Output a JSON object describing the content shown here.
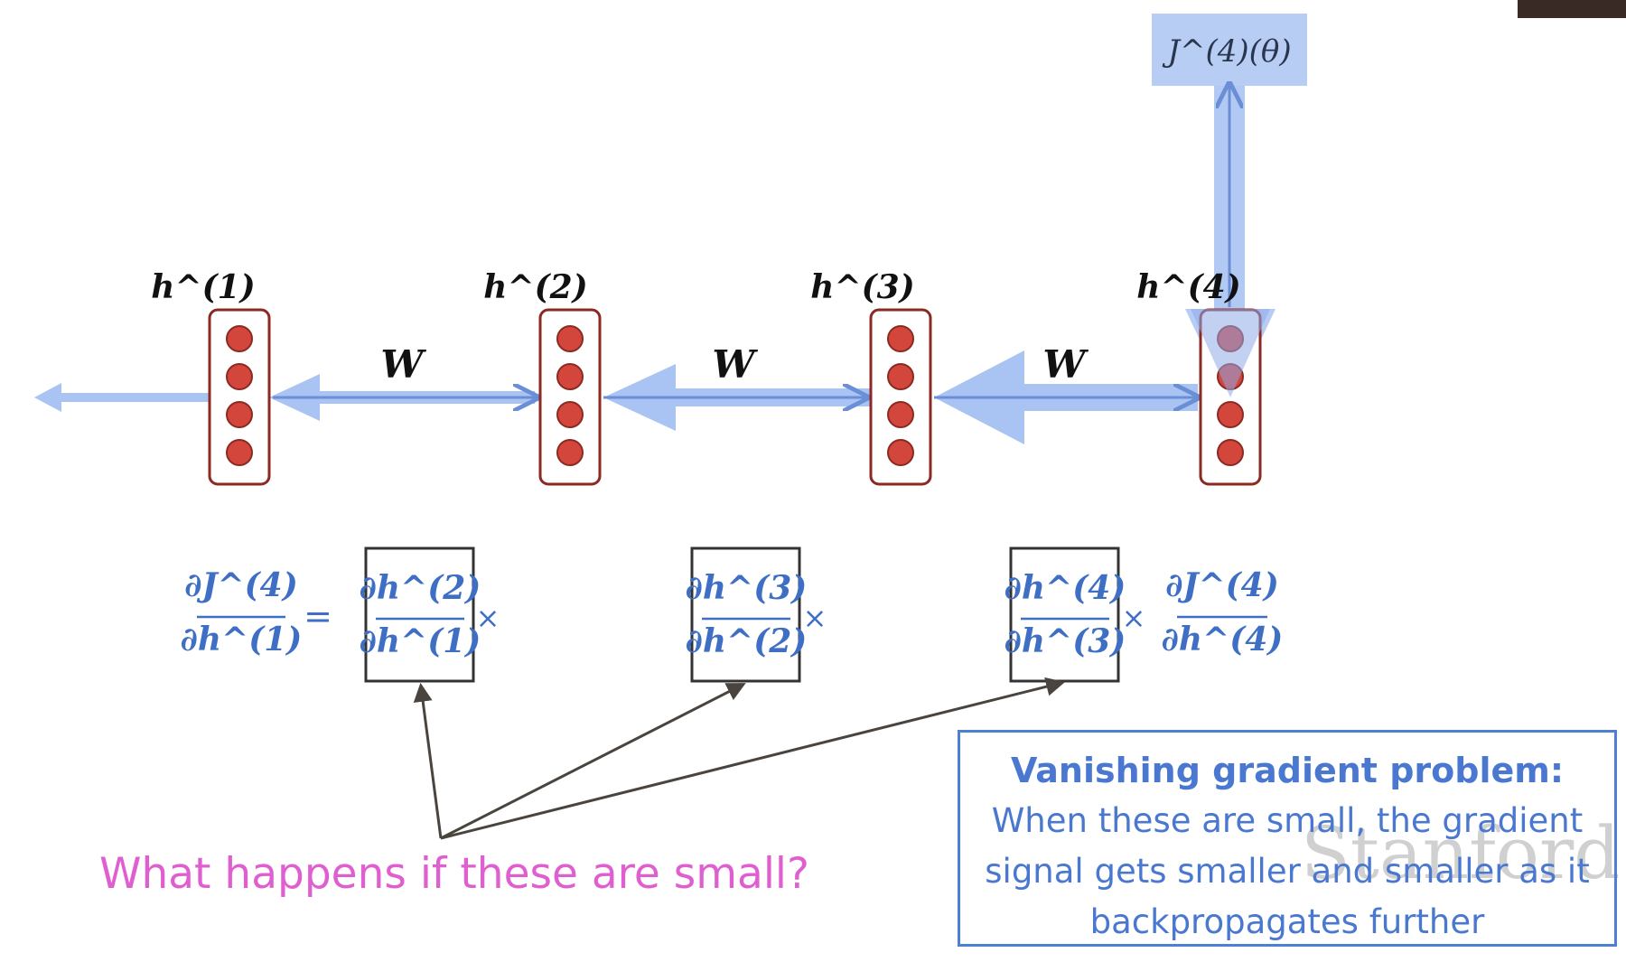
{
  "loss_label": "J^(4)(θ)",
  "hidden_labels": [
    "h^(1)",
    "h^(2)",
    "h^(3)",
    "h^(4)"
  ],
  "weight_label": "W",
  "equation": {
    "lhs": {
      "num": "∂J^(4)",
      "den": "∂h^(1)"
    },
    "equals": "=",
    "factors": [
      {
        "num": "∂h^(2)",
        "den": "∂h^(1)"
      },
      {
        "num": "∂h^(3)",
        "den": "∂h^(2)"
      },
      {
        "num": "∂h^(4)",
        "den": "∂h^(3)"
      }
    ],
    "times": "×",
    "last": {
      "num": "∂J^(4)",
      "den": "∂h^(4)"
    }
  },
  "question": "What happens if these are small?",
  "callout": {
    "title": "Vanishing gradient problem:",
    "lines": [
      "When these are small, the gradient",
      "signal gets smaller and smaller as it",
      "backpropagates further"
    ]
  },
  "watermark": "Stanford",
  "colors": {
    "node_fill": "#d2463c",
    "node_border": "#8b2a22",
    "gradient_arrow": "#a9c3f2",
    "forward_arrow": "#6b8fd6",
    "math_blue": "#3e6fc4",
    "question_pink": "#e05fd0",
    "callout_blue": "#4a78d0",
    "annotation_arrow": "#4a443e"
  }
}
